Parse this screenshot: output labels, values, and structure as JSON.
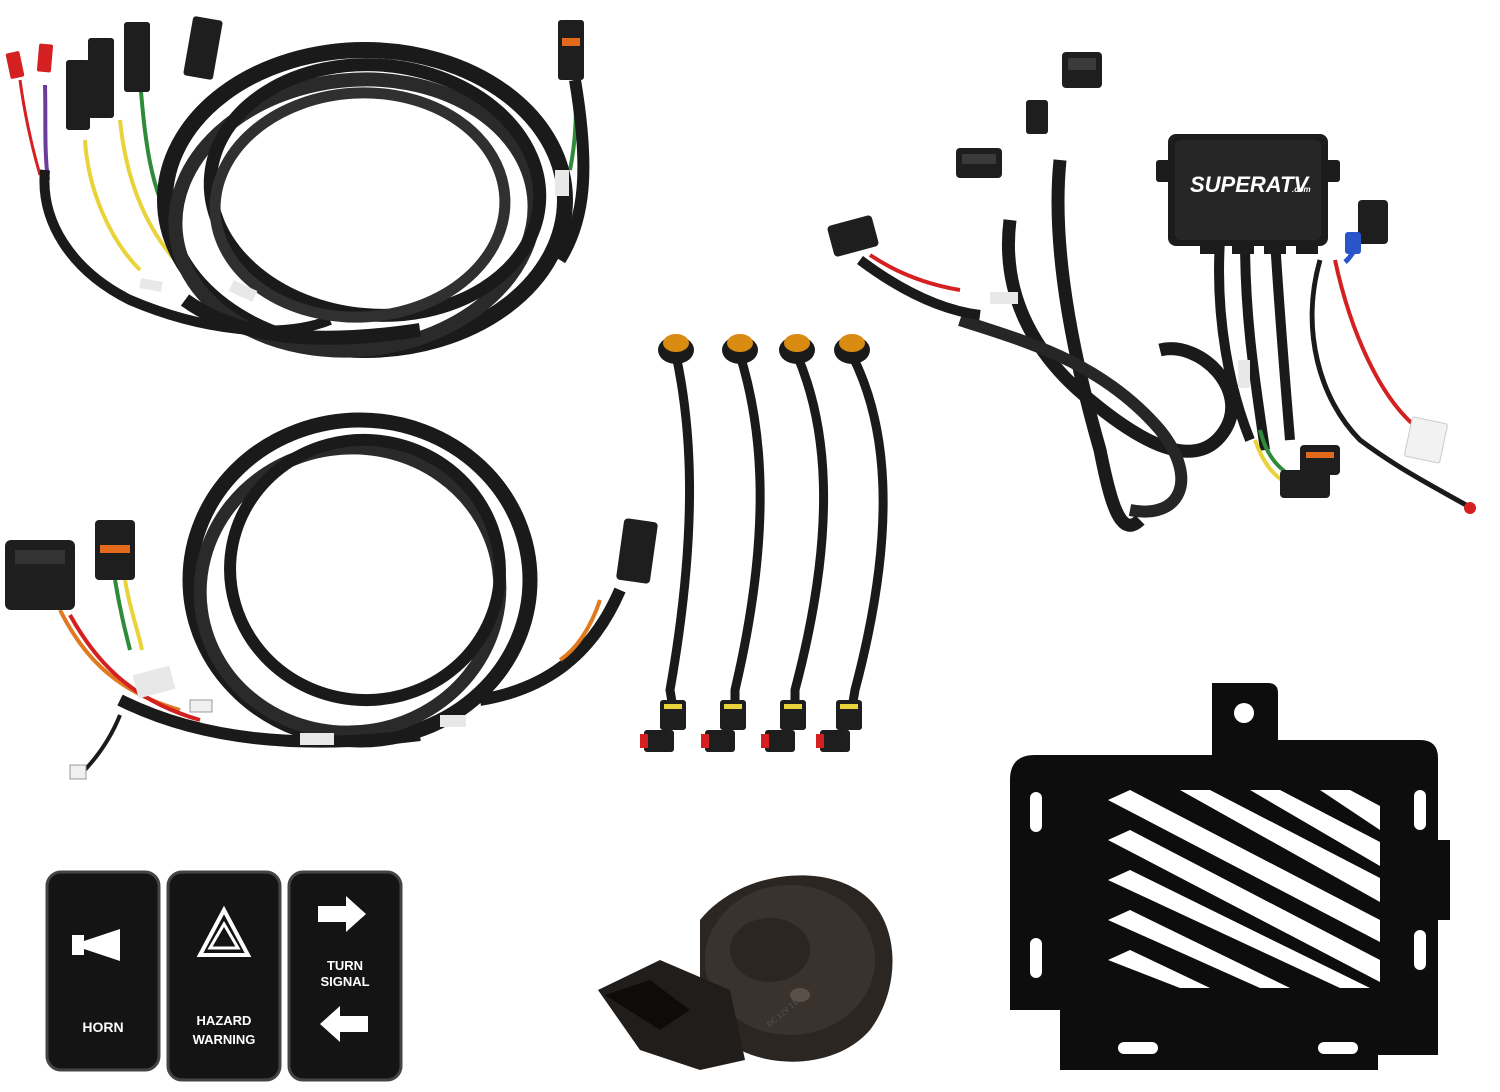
{
  "product_image": {
    "background": "#ffffff",
    "colors": {
      "braid": "#1a1a1a",
      "braid_highlight": "#3a3a3a",
      "wire_red": "#d42020",
      "wire_yellow": "#e8d33a",
      "wire_green": "#2e8b3a",
      "wire_purple": "#6a3d9a",
      "wire_blue": "#2a55c8",
      "wire_orange": "#e07a20",
      "amber_lens": "#d98a10",
      "connector_black": "#1e1e1e",
      "connector_orange": "#e26a1a",
      "rocker_face": "#141414",
      "bracket": "#0d0d0d",
      "horn_body": "#2b2622"
    },
    "controller": {
      "brand_label": "SUPERATV",
      "brand_suffix": ".com"
    },
    "switches": [
      {
        "label": "HORN",
        "icon": "horn-icon"
      },
      {
        "label_line1": "HAZARD",
        "label_line2": "WARNING",
        "icon": "hazard-triangle-icon"
      },
      {
        "label_line1": "TURN",
        "label_line2": "SIGNAL",
        "icon": "arrow-right-left-icon"
      }
    ],
    "horn": {
      "marking": "DC 12V 110 dB"
    }
  }
}
